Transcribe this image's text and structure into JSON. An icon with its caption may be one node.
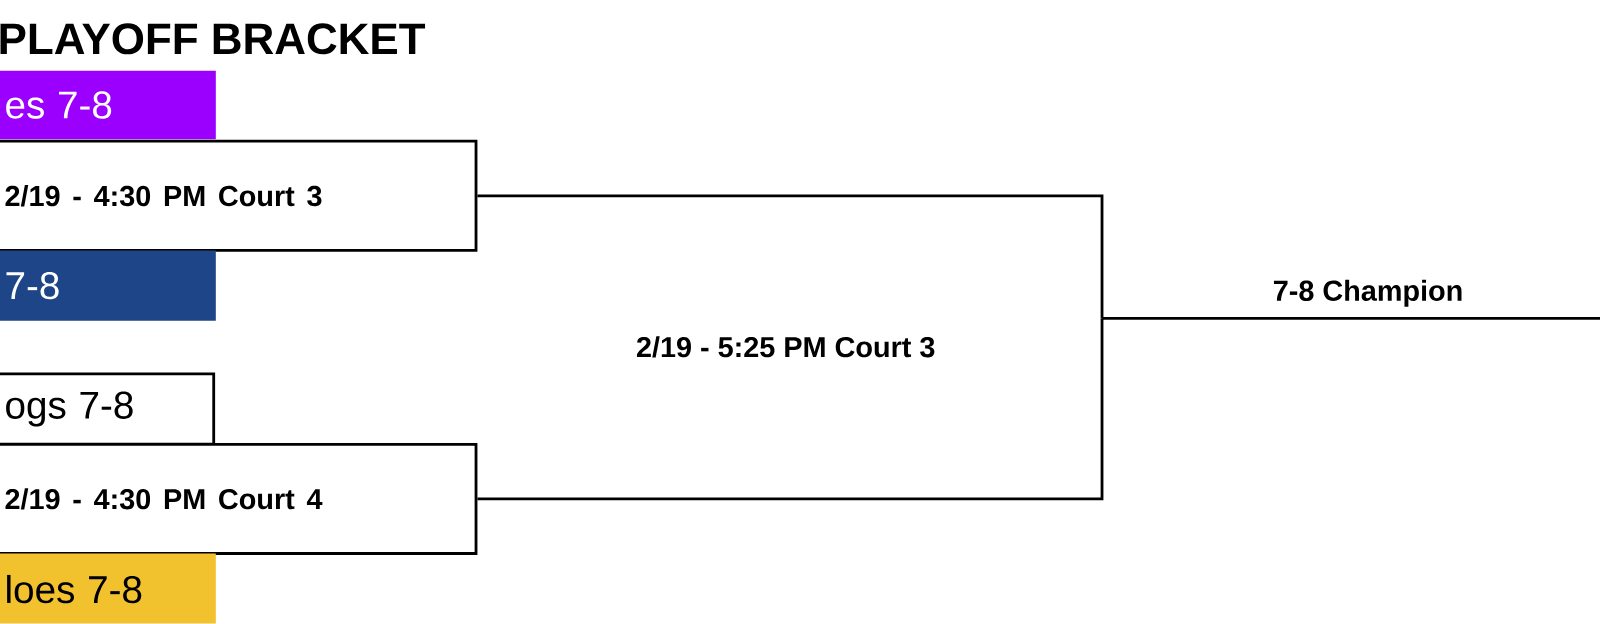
{
  "diagram": {
    "title": "PLAYOFF BRACKET",
    "nodes": [
      {
        "text": [
          "es 7-8"
        ]
      },
      {
        "text": [
          "2/19 - 4:30 PM Court 3"
        ]
      },
      {
        "text": [
          "7-8"
        ]
      },
      {
        "text": [
          "ogs 7-8"
        ]
      },
      {
        "text": [
          "2/19 - 4:30 PM Court 4"
        ]
      },
      {
        "text": [
          "loes 7-8"
        ]
      },
      {
        "text": [
          "7-8 Champion"
        ]
      }
    ],
    "edges": [
      {
        "from": 1,
        "to": 6,
        "arrow": "none"
      },
      {
        "from": 4,
        "to": 6,
        "arrow": "none"
      }
    ],
    "labels": [
      "2/19 - 5:25 PM Court 3"
    ]
  }
}
